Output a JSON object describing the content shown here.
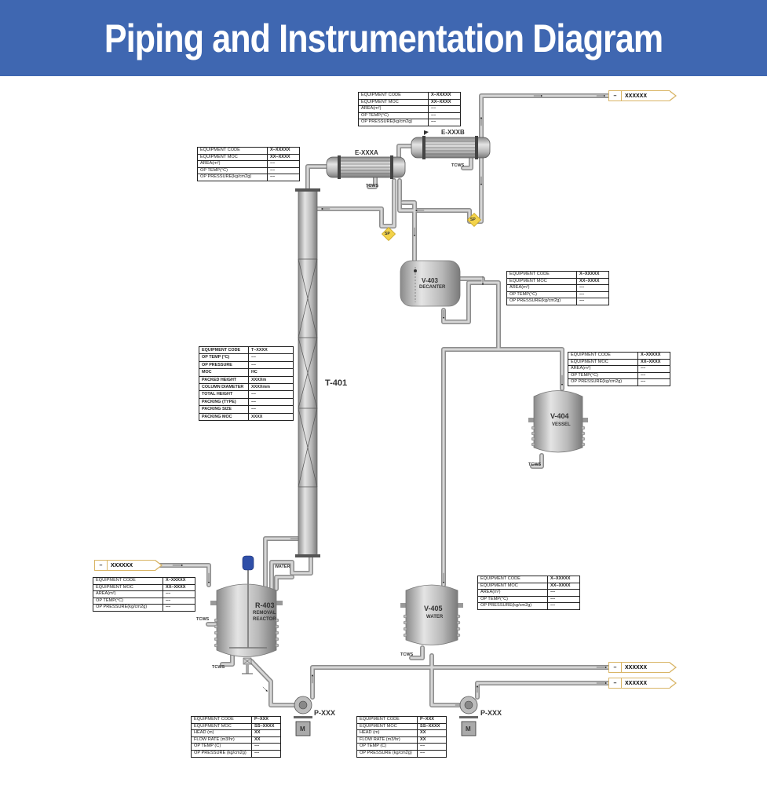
{
  "header": {
    "title": "Piping and Instrumentation Diagram"
  },
  "colors": {
    "banner": "#3f67b1",
    "connector_border": "#d9b566",
    "sp_fill": "#f3d34a",
    "agitator": "#2f4fa8"
  },
  "connectors": [
    {
      "id": "top-right-outlet",
      "dash": "–",
      "label": "XXXXXX"
    },
    {
      "id": "reactor-inlet",
      "dash": "–",
      "label": "XXXXXX"
    },
    {
      "id": "bottom-outlet-1",
      "dash": "–",
      "label": "XXXXXX"
    },
    {
      "id": "bottom-outlet-2",
      "dash": "–",
      "label": "XXXXXX"
    }
  ],
  "equipment": {
    "exchanger_a": {
      "tag": "E-XXXA"
    },
    "exchanger_b": {
      "tag": "E-XXXB"
    },
    "column": {
      "tag": "T-401"
    },
    "decanter": {
      "tag": "V-403",
      "desc": "DECANTER"
    },
    "vessel": {
      "tag": "V-404",
      "desc": "VESSEL"
    },
    "reactor": {
      "tag": "R-403",
      "desc1": "REMOVAL",
      "desc2": "REACTOR"
    },
    "water_tank": {
      "tag": "V-405",
      "desc": "WATER"
    },
    "pump_1": {
      "tag": "P-XXX",
      "motor": "M"
    },
    "pump_2": {
      "tag": "P-XXX",
      "motor": "M"
    }
  },
  "instrument_labels": {
    "tcws": "TCWS",
    "water": "WATER",
    "sample_point": "SP"
  },
  "tables": {
    "exchanger_b": [
      {
        "k": "EQUIPMENT CODE",
        "v": "X–XXXXX"
      },
      {
        "k": "EQUIPMENT MOC",
        "v": "XX–XXXX"
      },
      {
        "k": "AREA(m²)",
        "v": "––"
      },
      {
        "k": "OP TEMP(°C)",
        "v": "––"
      },
      {
        "k": "OP PRESSURE(kg/cm2g)",
        "v": "––"
      }
    ],
    "exchanger_a": [
      {
        "k": "EQUIPMENT CODE",
        "v": "X–XXXXX"
      },
      {
        "k": "EQUIPMENT MOC",
        "v": "XX–XXXX"
      },
      {
        "k": "AREA(m²)",
        "v": "––"
      },
      {
        "k": "OP TEMP(°C)",
        "v": "––"
      },
      {
        "k": "OP PRESSURE(kg/cm2g)",
        "v": "––"
      }
    ],
    "decanter": [
      {
        "k": "EQUIPMENT CODE",
        "v": "X–XXXXX"
      },
      {
        "k": "EQUIPMENT MOC",
        "v": "XX–XXXX"
      },
      {
        "k": "AREA(m²)",
        "v": "––"
      },
      {
        "k": "OP TEMP(°C)",
        "v": "––"
      },
      {
        "k": "OP PRESSURE(kg/cm2g)",
        "v": "––"
      }
    ],
    "vessel": [
      {
        "k": "EQUIPMENT CODE",
        "v": "X–XXXXX"
      },
      {
        "k": "EQUIPMENT MOC",
        "v": "XX–XXXX"
      },
      {
        "k": "AREA(m²)",
        "v": "––"
      },
      {
        "k": "OP TEMP(°C)",
        "v": "––"
      },
      {
        "k": "OP PRESSURE(kg/cm2g)",
        "v": "––"
      }
    ],
    "column": [
      {
        "k": "EQUIPMENT CODE",
        "v": "T–XXXX"
      },
      {
        "k": "OP TEMP (°C)",
        "v": "––"
      },
      {
        "k": "OP PRESSURE",
        "v": "––"
      },
      {
        "k": "MOC",
        "v": "HC"
      },
      {
        "k": "PACKED HEIGHT",
        "v": "XXXXm"
      },
      {
        "k": "COLUMN DIAMETER",
        "v": "XXXXmm"
      },
      {
        "k": "TOTAL HEIGHT",
        "v": "––"
      },
      {
        "k": "PACKING (TYPE)",
        "v": "––"
      },
      {
        "k": "PACKING SIZE",
        "v": "––"
      },
      {
        "k": "PACKING MOC",
        "v": "XXXX"
      }
    ],
    "reactor": [
      {
        "k": "EQUIPMENT CODE",
        "v": "X–XXXXX"
      },
      {
        "k": "EQUIPMENT MOC",
        "v": "XX–XXXX"
      },
      {
        "k": "AREA(m²)",
        "v": "––"
      },
      {
        "k": "OP TEMP(°C)",
        "v": "––"
      },
      {
        "k": "OP PRESSURE(kg/cm2g)",
        "v": "––"
      }
    ],
    "water_tank": [
      {
        "k": "EQUIPMENT CODE",
        "v": "X–XXXXX"
      },
      {
        "k": "EQUIPMENT MOC",
        "v": "XX–XXXX"
      },
      {
        "k": "AREA(m²)",
        "v": "––"
      },
      {
        "k": "OP TEMP(°C)",
        "v": "––"
      },
      {
        "k": "OP PRESSURE(kg/cm2g)",
        "v": "––"
      }
    ],
    "pump_1": [
      {
        "k": "EQUIPMENT CODE",
        "v": "P–XXX"
      },
      {
        "k": "EQUIPMENT MOC",
        "v": "SS–XXXX"
      },
      {
        "k": "HEAD (m)",
        "v": "XX"
      },
      {
        "k": "FLOW RATE (m3/hr)",
        "v": "XX"
      },
      {
        "k": "OP TEMP (C)",
        "v": "––"
      },
      {
        "k": "OP PRESSURE (kg/cm2g)",
        "v": "––"
      }
    ],
    "pump_2": [
      {
        "k": "EQUIPMENT CODE",
        "v": "P–XXX"
      },
      {
        "k": "EQUIPMENT MOC",
        "v": "SS–XXXX"
      },
      {
        "k": "HEAD (m)",
        "v": "XX"
      },
      {
        "k": "FLOW RATE (m3/hr)",
        "v": "XX"
      },
      {
        "k": "OP TEMP (C)",
        "v": "––"
      },
      {
        "k": "OP PRESSURE (kg/cm2g)",
        "v": "––"
      }
    ]
  }
}
